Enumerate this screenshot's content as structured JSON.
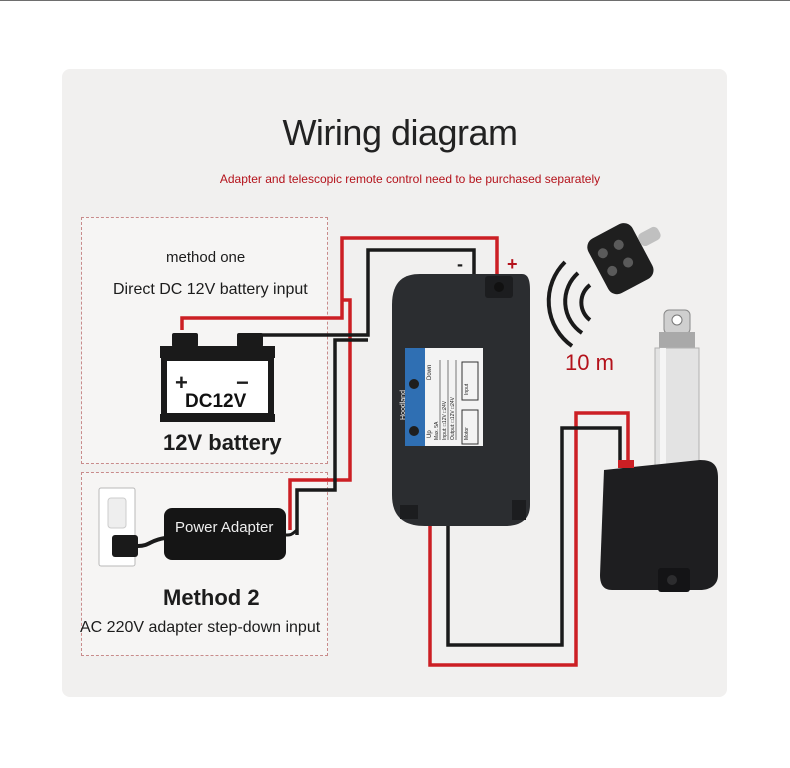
{
  "title": "Wiring diagram",
  "subtitle": "Adapter and telescopic remote control need to be purchased separately",
  "method_one": {
    "heading": "method one",
    "description": "Direct DC 12V battery input",
    "battery_label": "12V battery",
    "battery_text": "DC12V",
    "battery_plus": "+",
    "battery_minus": "−"
  },
  "method_two": {
    "heading": "Method 2",
    "description": "AC 220V adapter step-down input",
    "adapter_label": "Power Adapter"
  },
  "controller": {
    "minus_label": "-",
    "plus_label": "+",
    "brand": "Hoodland",
    "up": "Up",
    "down": "Down",
    "spec1": "Max. 5A",
    "spec2": "Input: □12V □24V",
    "spec3": "Output: □12V □24V",
    "input_tag": "Input",
    "motor_tag": "Motor"
  },
  "remote": {
    "range": "10 m"
  },
  "colors": {
    "red_wire": "#cc1f24",
    "black_wire": "#1a1a1a",
    "accent": "#b4121b"
  }
}
